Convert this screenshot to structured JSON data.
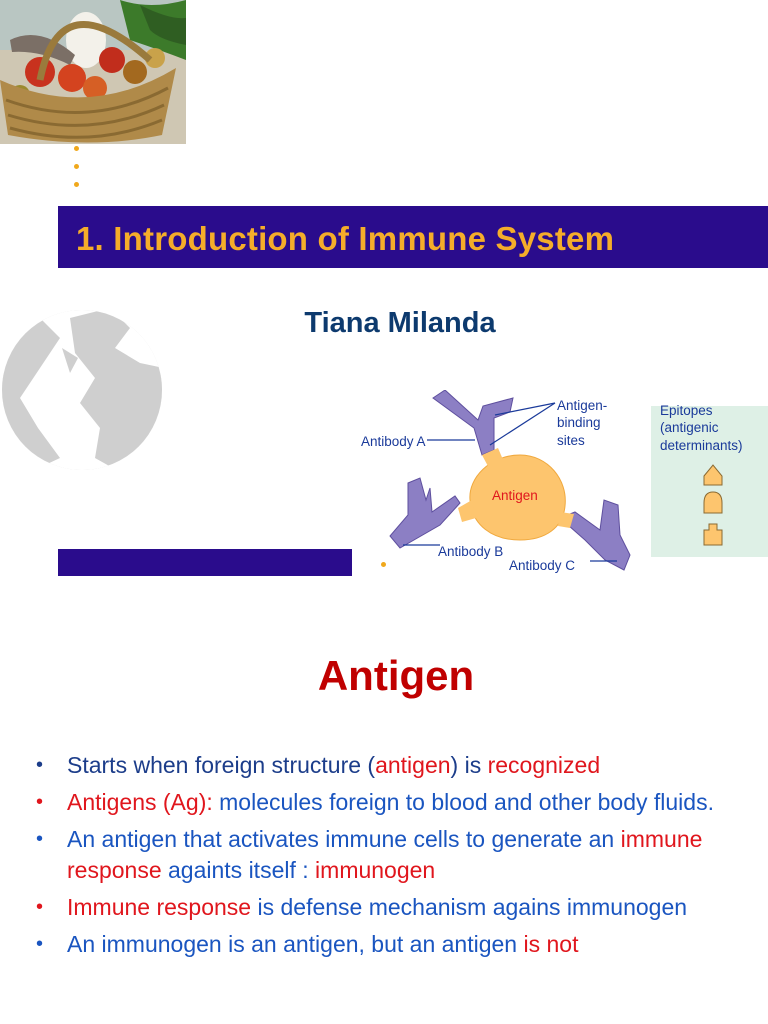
{
  "slide": {
    "title": "1. Introduction of Immune System",
    "author": "Tiana Milanda"
  },
  "diagram": {
    "labels": {
      "antibody_a": "Antibody A",
      "antibody_b": "Antibody B",
      "antibody_c": "Antibody C",
      "antigen": "Antigen",
      "binding_sites_1": "Antigen-",
      "binding_sites_2": "binding",
      "binding_sites_3": "sites",
      "epitopes_1": "Epitopes",
      "epitopes_2": "(antigenic",
      "epitopes_3": "determinants)"
    },
    "colors": {
      "antibody": "#8c7fc4",
      "antigen": "#fdc56e",
      "epitope_box": "#def0e6"
    }
  },
  "section": {
    "heading": "Antigen"
  },
  "bullets": [
    {
      "parts": [
        {
          "text": "Starts when foreign structure (",
          "color": "navy"
        },
        {
          "text": "antigen",
          "color": "red"
        },
        {
          "text": ") is ",
          "color": "navy"
        },
        {
          "text": "recognized",
          "color": "red"
        }
      ],
      "bullet_color": "navy"
    },
    {
      "parts": [
        {
          "text": "Antigens (Ag): ",
          "color": "red"
        },
        {
          "text": "molecules foreign to blood and other body fluids.",
          "color": "blue"
        }
      ],
      "bullet_color": "red"
    },
    {
      "parts": [
        {
          "text": "An antigen that activates immune cells to generate an ",
          "color": "blue"
        },
        {
          "text": "immune response",
          "color": "red"
        },
        {
          "text": " againts itself : ",
          "color": "blue"
        },
        {
          "text": "immunogen",
          "color": "red"
        }
      ],
      "bullet_color": "blue"
    },
    {
      "parts": [
        {
          "text": "Immune response",
          "color": "red"
        },
        {
          "text": " is defense mechanism agains immunogen",
          "color": "blue"
        }
      ],
      "bullet_color": "red"
    },
    {
      "parts": [
        {
          "text": "An immunogen is an antigen, but an antigen ",
          "color": "blue"
        },
        {
          "text": "is not",
          "color": "red"
        }
      ],
      "bullet_color": "blue"
    }
  ]
}
